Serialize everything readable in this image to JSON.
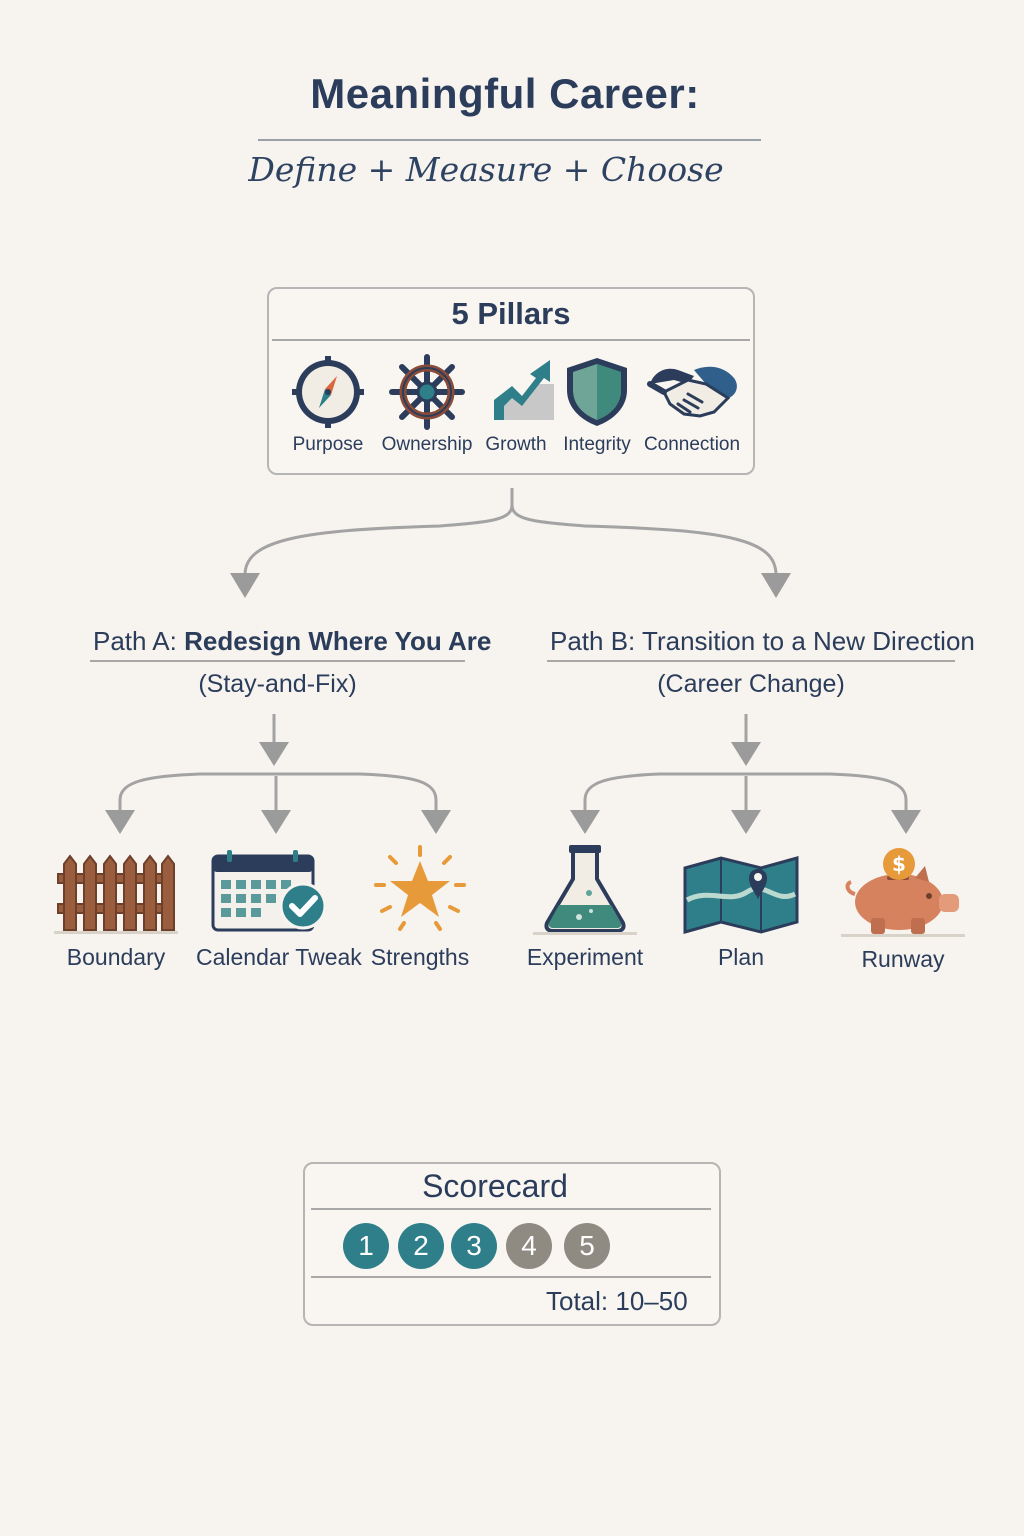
{
  "title": "Meaningful Career:",
  "subtitle": "Define + Measure + Choose",
  "pillars": {
    "title": "5 Pillars",
    "items": [
      {
        "label": "Purpose",
        "icon": "compass-icon"
      },
      {
        "label": "Ownership",
        "icon": "ship-wheel-icon"
      },
      {
        "label": "Growth",
        "icon": "growth-arrow-icon"
      },
      {
        "label": "Integrity",
        "icon": "shield-icon"
      },
      {
        "label": "Connection",
        "icon": "handshake-icon"
      }
    ]
  },
  "path_a": {
    "prefix": "Path A: ",
    "title": "Redesign Where You Are",
    "subtitle": "(Stay-and-Fix)",
    "items": [
      {
        "label": "Boundary",
        "icon": "fence-icon"
      },
      {
        "label": "Calendar Tweak",
        "icon": "calendar-check-icon"
      },
      {
        "label": "Strengths",
        "icon": "star-icon"
      }
    ]
  },
  "path_b": {
    "title": "Path B: Transition to a New Direction",
    "subtitle": "(Career Change)",
    "items": [
      {
        "label": "Experiment",
        "icon": "flask-icon"
      },
      {
        "label": "Plan",
        "icon": "map-pin-icon"
      },
      {
        "label": "Runway",
        "icon": "piggy-bank-icon"
      }
    ]
  },
  "scorecard": {
    "title": "Scorecard",
    "ratings": [
      "1",
      "2",
      "3",
      "4",
      "5"
    ],
    "total_label": "Total:",
    "total_value": "10–50"
  },
  "colors": {
    "navy": "#2b3d5b",
    "teal": "#2f7f8a",
    "gray_dot": "#8f8a82",
    "orange": "#e79a3a",
    "brown": "#9a5e3f",
    "arrow": "#9b9b9b"
  }
}
